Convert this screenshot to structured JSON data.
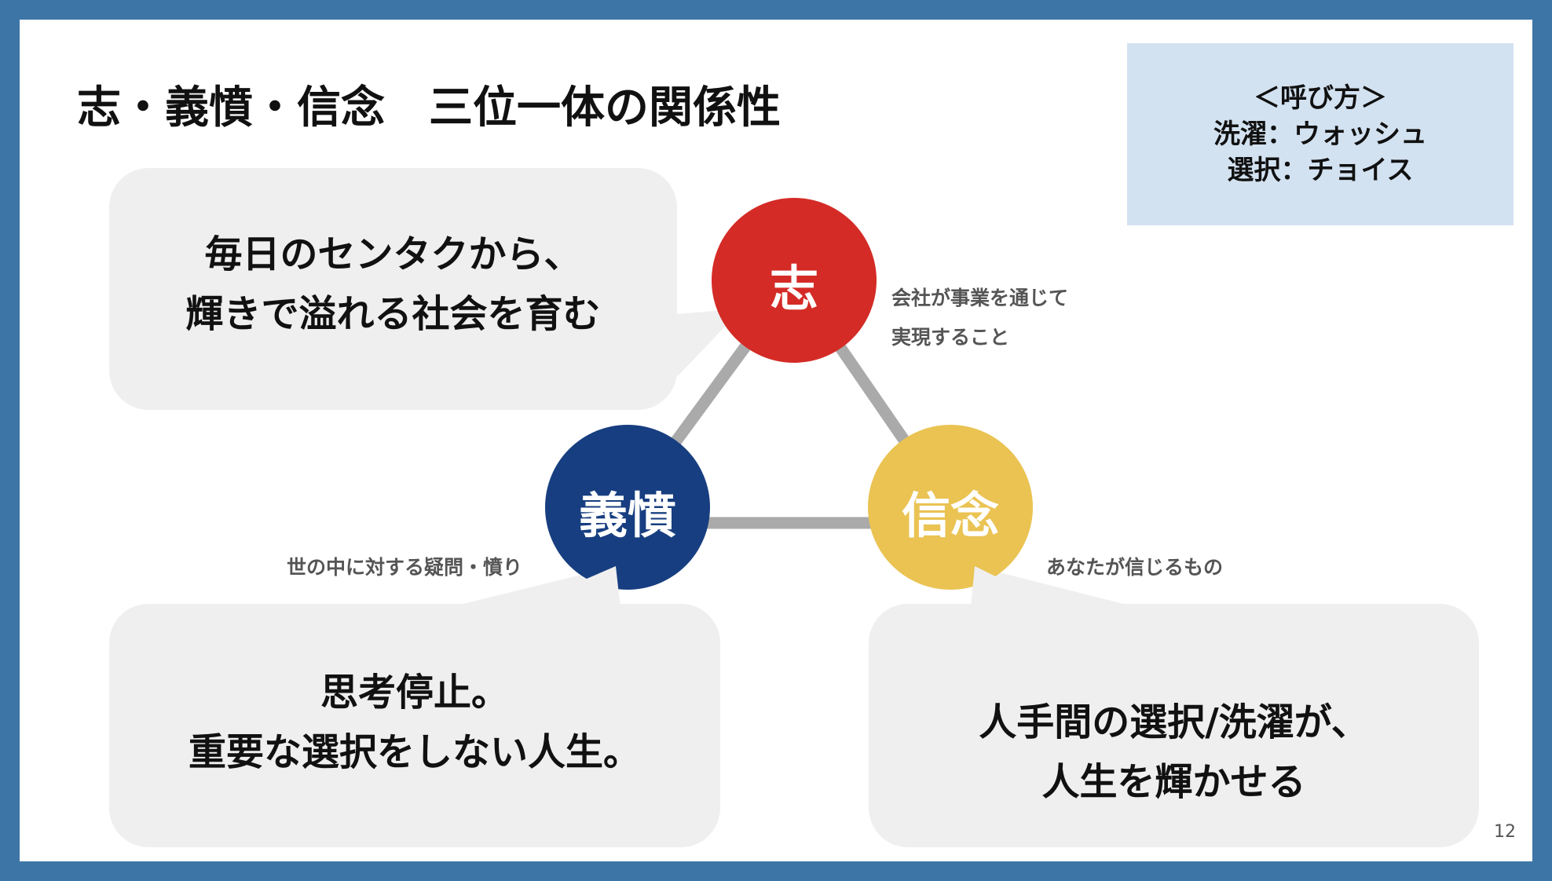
{
  "title": "志・義憤・信念　三位一体の関係性",
  "note": {
    "heading": "＜呼び方＞",
    "lines": [
      "洗濯：ウォッシュ",
      "選択：チョイス"
    ]
  },
  "circles": {
    "top": {
      "label": "志",
      "color": "#d42b26"
    },
    "left": {
      "label": "義憤",
      "color": "#173e80"
    },
    "right": {
      "label": "信念",
      "color": "#eac353"
    }
  },
  "descriptions": {
    "top": [
      "会社が事業を通じて",
      "実現すること"
    ],
    "left": "世の中に対する疑問・憤り",
    "right": "あなたが信じるもの"
  },
  "bubbles": {
    "top": [
      "毎日のセンタクから、",
      "輝きで溢れる社会を育む"
    ],
    "left": [
      "思考停止。",
      "重要な選択をしない人生。"
    ],
    "right": [
      "人手間の選択/洗濯が、",
      "人生を輝かせる"
    ]
  },
  "page_number": "12"
}
